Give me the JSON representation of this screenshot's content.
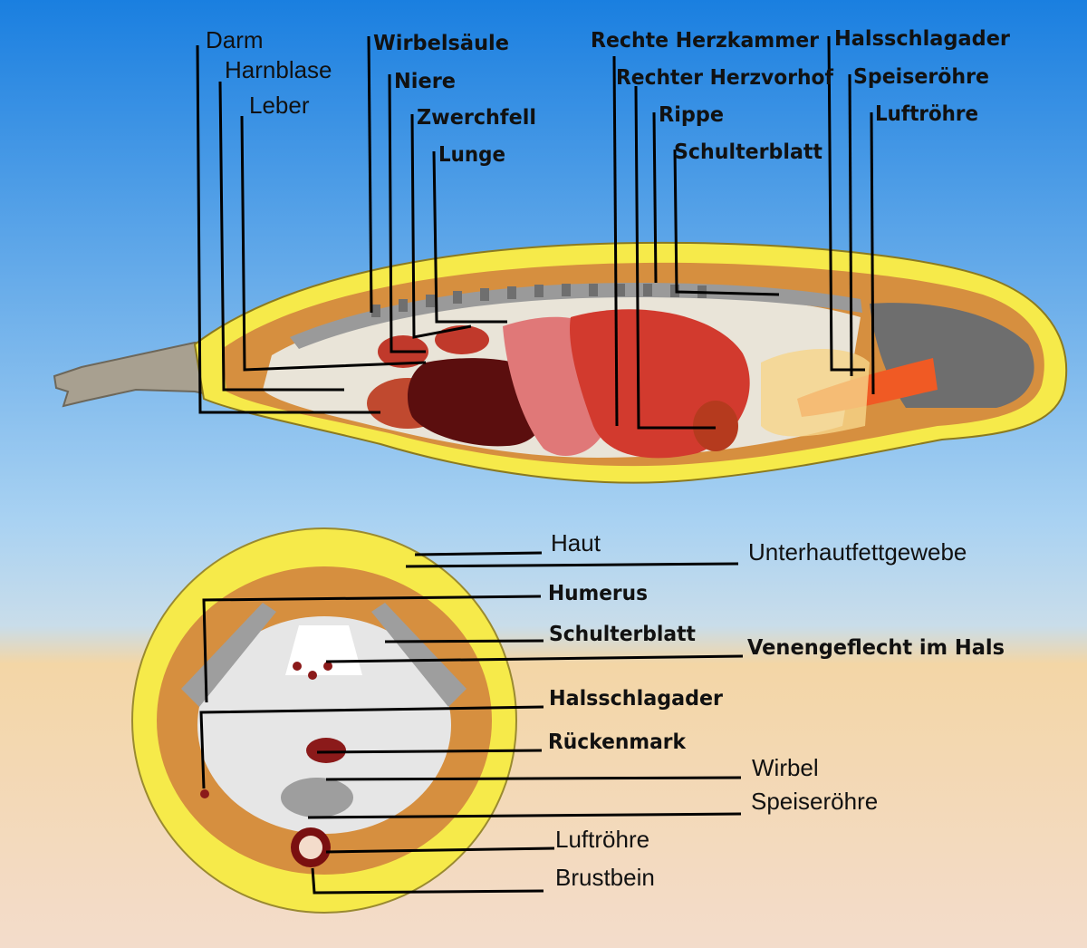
{
  "colors": {
    "sky_top": "#1a7fe0",
    "sky_bottom": "#9cc9ee",
    "sand": "#f4cf9a",
    "skin_light": "#f3dcc8",
    "fat": "#f6ea4a",
    "muscle": "#d68f3f",
    "organ_red": "#d23a2e",
    "organ_dark": "#7a1010",
    "bone": "#9e9e9e",
    "tissue_light": "#e6e6e6"
  },
  "longitudinal": {
    "labels_left": {
      "darm": "Darm",
      "harnblase": "Harnblase",
      "leber": "Leber"
    },
    "labels_mid": {
      "wirbelsaeule": "Wirbelsäule",
      "niere": "Niere",
      "zwerchfell": "Zwerchfell",
      "lunge": "Lunge"
    },
    "labels_right": {
      "rechte_herzkammer": "Rechte Herzkammer",
      "rechter_herzvorhof": "Rechter Herzvorhof",
      "rippe": "Rippe",
      "schulterblatt": "Schulterblatt",
      "halsschlagader": "Halsschlagader",
      "speiseroehre": "Speiseröhre",
      "luftroehre": "Luftröhre"
    }
  },
  "cross_section": {
    "labels": {
      "haut": "Haut",
      "unterhautfettgewebe": "Unterhautfettgewebe",
      "humerus": "Humerus",
      "schulterblatt": "Schulterblatt",
      "venengeflecht": "Venengeflecht im Hals",
      "halsschlagader": "Halsschlagader",
      "rueckenmark": "Rückenmark",
      "wirbel": "Wirbel",
      "speiseroehre": "Speiseröhre",
      "luftroehre": "Luftröhre",
      "brustbein": "Brustbein"
    }
  }
}
